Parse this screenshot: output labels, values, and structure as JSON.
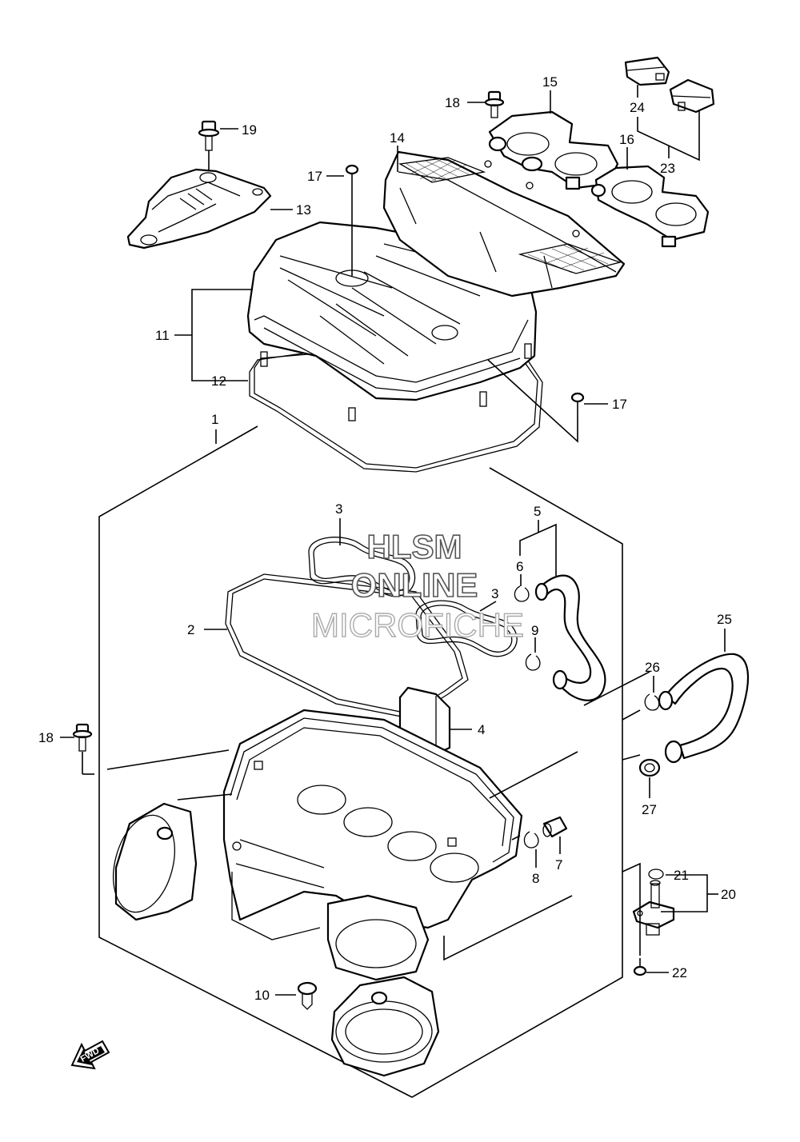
{
  "callouts": [
    {
      "id": "c1",
      "text": "1"
    },
    {
      "id": "c2",
      "text": "2"
    },
    {
      "id": "c3a",
      "text": "3"
    },
    {
      "id": "c3b",
      "text": "3"
    },
    {
      "id": "c4",
      "text": "4"
    },
    {
      "id": "c5",
      "text": "5"
    },
    {
      "id": "c6",
      "text": "6"
    },
    {
      "id": "c7",
      "text": "7"
    },
    {
      "id": "c8",
      "text": "8"
    },
    {
      "id": "c9",
      "text": "9"
    },
    {
      "id": "c10",
      "text": "10"
    },
    {
      "id": "c11",
      "text": "11"
    },
    {
      "id": "c12",
      "text": "12"
    },
    {
      "id": "c13",
      "text": "13"
    },
    {
      "id": "c14",
      "text": "14"
    },
    {
      "id": "c15",
      "text": "15"
    },
    {
      "id": "c16",
      "text": "16"
    },
    {
      "id": "c17a",
      "text": "17"
    },
    {
      "id": "c17b",
      "text": "17"
    },
    {
      "id": "c18a",
      "text": "18"
    },
    {
      "id": "c18b",
      "text": "18"
    },
    {
      "id": "c19",
      "text": "19"
    },
    {
      "id": "c20",
      "text": "20"
    },
    {
      "id": "c21",
      "text": "21"
    },
    {
      "id": "c22",
      "text": "22"
    },
    {
      "id": "c23",
      "text": "23"
    },
    {
      "id": "c24",
      "text": "24"
    },
    {
      "id": "c25",
      "text": "25"
    },
    {
      "id": "c26",
      "text": "26"
    },
    {
      "id": "c27",
      "text": "27"
    }
  ],
  "watermark": {
    "line1": "HLSM",
    "line2": "ONLINE",
    "line3": "MICROFICHE"
  },
  "fwd_arrow": {
    "label": "FWD"
  }
}
